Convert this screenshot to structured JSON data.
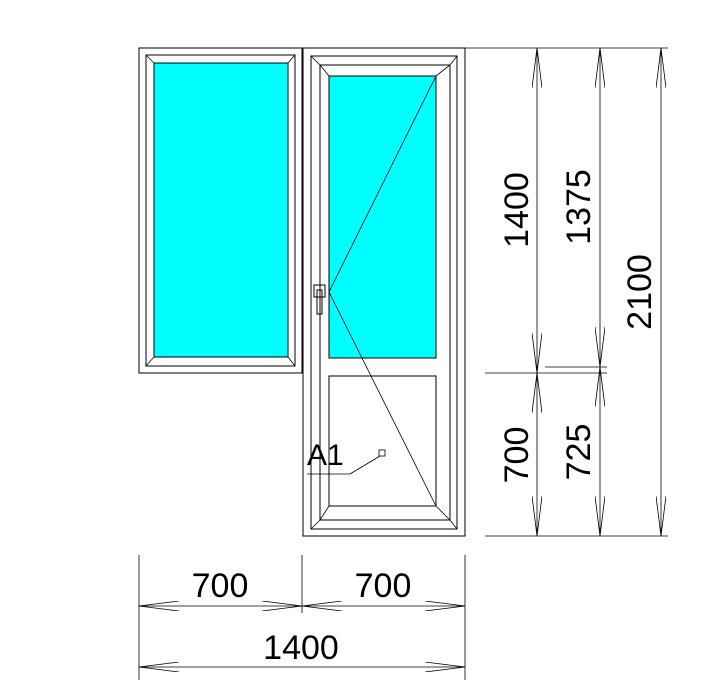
{
  "colors": {
    "glass": "#00FFFF",
    "line": "#000000",
    "background": "#FFFFFF"
  },
  "dimensions": {
    "width_left": "700",
    "width_right": "700",
    "width_total": "1400",
    "window_height": "1400",
    "door_glass_height": "1375",
    "total_height": "2100",
    "lower_height": "700",
    "door_panel_height": "725"
  },
  "door_label": "A1"
}
